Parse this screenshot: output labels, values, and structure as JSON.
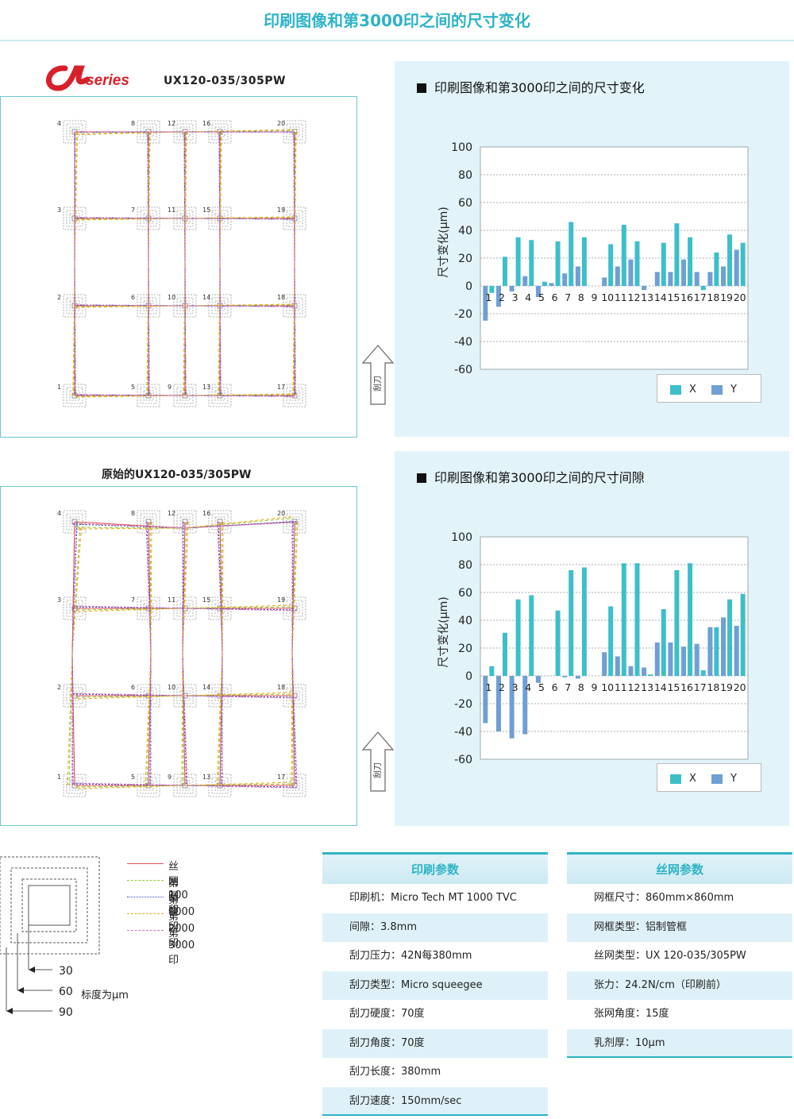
{
  "page_title": "印刷图像和第3000印之间的尺寸变化",
  "logo_text": "series",
  "top_section": {
    "model_label": "UX120-035/305PW",
    "squeegee_label": "刮刀",
    "grid_numbers": [
      "1",
      "2",
      "3",
      "4",
      "5",
      "6",
      "7",
      "8",
      "9",
      "10",
      "11",
      "12",
      "13",
      "14",
      "15",
      "16",
      "17",
      "18",
      "19",
      "20"
    ]
  },
  "bottom_section": {
    "model_label": "原始的UX120-035/305PW",
    "squeegee_label": "刮刀",
    "grid_numbers": [
      "1",
      "2",
      "3",
      "4",
      "5",
      "6",
      "7",
      "8",
      "9",
      "10",
      "11",
      "12",
      "13",
      "14",
      "15",
      "16",
      "17",
      "18",
      "19",
      "20"
    ]
  },
  "legend_x": "X",
  "legend_y": "Y",
  "colors": {
    "x_series": "#3dbfca",
    "y_series": "#6f9fd3",
    "accent": "#2eb3c6",
    "panel_bg": "#e2f3fa"
  },
  "chart_data": [
    {
      "type": "bar",
      "title": "印刷图像和第3000印之间的尺寸变化",
      "ylabel": "尺寸变化(μm)",
      "categories": [
        "1",
        "2",
        "3",
        "4",
        "5",
        "6",
        "7",
        "8",
        "9",
        "10",
        "11",
        "12",
        "13",
        "14",
        "15",
        "16",
        "17",
        "18",
        "19",
        "20"
      ],
      "ylim": [
        -60,
        100
      ],
      "yticks": [
        "100",
        "80",
        "60",
        "40",
        "20",
        "0",
        "-20",
        "-40",
        "-60"
      ],
      "series": [
        {
          "name": "X",
          "values": [
            -5,
            21,
            35,
            33,
            3,
            32,
            46,
            35,
            0,
            30,
            44,
            32,
            0,
            31,
            45,
            35,
            -3,
            24,
            37,
            31
          ]
        },
        {
          "name": "Y",
          "values": [
            -25,
            -15,
            -4,
            7,
            -8,
            2,
            9,
            14,
            0,
            6,
            14,
            19,
            -3,
            10,
            10,
            19,
            10,
            10,
            14,
            26
          ]
        }
      ],
      "grid": true,
      "legend": "bottom-right"
    },
    {
      "type": "bar",
      "title": "印刷图像和第3000印之间的尺寸间隙",
      "ylabel": "尺寸变化(μm)",
      "categories": [
        "1",
        "2",
        "3",
        "4",
        "5",
        "6",
        "7",
        "8",
        "9",
        "10",
        "11",
        "12",
        "13",
        "14",
        "15",
        "16",
        "17",
        "18",
        "19",
        "20"
      ],
      "ylim": [
        -60,
        100
      ],
      "yticks": [
        "100",
        "80",
        "60",
        "40",
        "20",
        "0",
        "-20",
        "-40",
        "-60"
      ],
      "series": [
        {
          "name": "X",
          "values": [
            7,
            31,
            55,
            58,
            0,
            47,
            76,
            78,
            0,
            50,
            81,
            81,
            1,
            48,
            76,
            81,
            4,
            35,
            55,
            59
          ]
        },
        {
          "name": "Y",
          "values": [
            -34,
            -40,
            -45,
            -42,
            -5,
            0,
            -1,
            -2,
            0,
            17,
            14,
            7,
            6,
            24,
            24,
            21,
            23,
            35,
            42,
            36
          ]
        }
      ],
      "grid": true,
      "legend": "bottom-right"
    }
  ],
  "key_entries": [
    {
      "label": "丝网图像",
      "color": "#e0505a",
      "style": "solid"
    },
    {
      "label": "第100印",
      "color": "#9ac83a",
      "style": "dashed"
    },
    {
      "label": "第1000印",
      "color": "#3050c0",
      "style": "dotted"
    },
    {
      "label": "第2000印",
      "color": "#e8b020",
      "style": "dashed"
    },
    {
      "label": "第3000印",
      "color": "#d070c0",
      "style": "dashed"
    }
  ],
  "scale": {
    "v30": "30",
    "v60": "60",
    "v90": "90",
    "unit_label": "标度为μm"
  },
  "print_params": {
    "title": "印刷参数",
    "rows": [
      "印刷机：Micro Tech MT 1000 TVC",
      "间隙：3.8mm",
      "刮刀压力：42N每380mm",
      "刮刀类型：Micro squeegee",
      "刮刀硬度：70度",
      "刮刀角度：70度",
      "刮刀长度：380mm",
      "刮刀速度：150mm/sec"
    ]
  },
  "screen_params": {
    "title": "丝网参数",
    "rows": [
      "网框尺寸：860mm×860mm",
      "网框类型：铝制管框",
      "丝网类型：UX 120-035/305PW",
      "张力：24.2N/cm（印刷前）",
      "张网角度：15度",
      "乳剂厚：10μm"
    ]
  }
}
